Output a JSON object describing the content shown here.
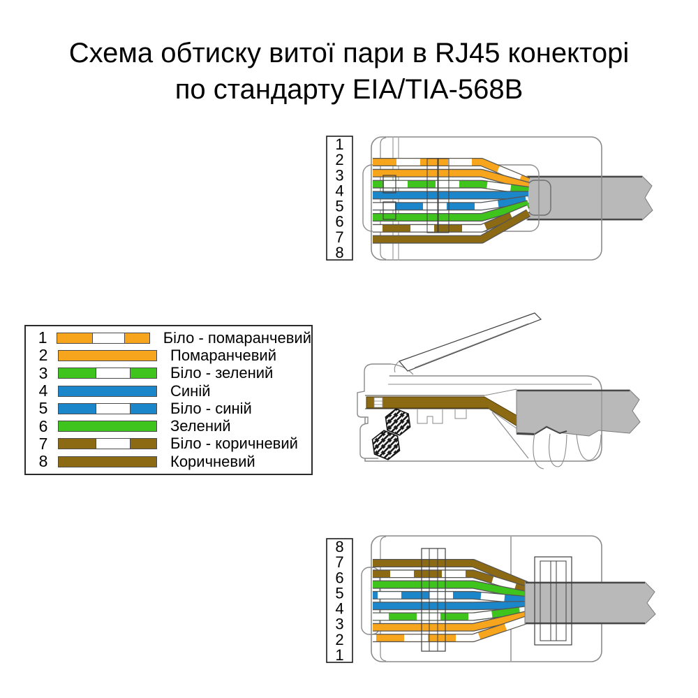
{
  "title": {
    "line1": "Схема обтиску витої пари в RJ45 конекторі",
    "line2": "по стандарту EIA/TIA-568B"
  },
  "colors": {
    "orange": "#F7A51C",
    "green": "#3FC41E",
    "blue": "#1C86CB",
    "brown": "#8C6A14",
    "white": "#FFFFFF",
    "cable_fill": "#B9B9B9",
    "cable_edge": "#474747",
    "line_light": "#8A8A8A",
    "line_dark": "#3E3E3E",
    "text": "#000000"
  },
  "wire_types": {
    "white-orange": {
      "base": "orange",
      "striped": true
    },
    "orange": {
      "base": "orange",
      "striped": false
    },
    "white-green": {
      "base": "green",
      "striped": true
    },
    "blue": {
      "base": "blue",
      "striped": false
    },
    "white-blue": {
      "base": "blue",
      "striped": true
    },
    "green": {
      "base": "green",
      "striped": false
    },
    "white-brown": {
      "base": "brown",
      "striped": true
    },
    "brown": {
      "base": "brown",
      "striped": false
    }
  },
  "legend": {
    "rows": [
      {
        "pin": "1",
        "wire": "white-orange",
        "label": "Біло - помаранчевий"
      },
      {
        "pin": "2",
        "wire": "orange",
        "label": "Помаранчевий"
      },
      {
        "pin": "3",
        "wire": "white-green",
        "label": "Біло - зелений"
      },
      {
        "pin": "4",
        "wire": "blue",
        "label": "Синій"
      },
      {
        "pin": "5",
        "wire": "white-blue",
        "label": "Біло - синій"
      },
      {
        "pin": "6",
        "wire": "green",
        "label": "Зелений"
      },
      {
        "pin": "7",
        "wire": "white-brown",
        "label": "Біло - коричневий"
      },
      {
        "pin": "8",
        "wire": "brown",
        "label": "Коричневий"
      }
    ]
  },
  "top_connector": {
    "view": "top",
    "pins": [
      "1",
      "2",
      "3",
      "4",
      "5",
      "6",
      "7",
      "8"
    ],
    "wires": [
      "white-orange",
      "orange",
      "white-green",
      "blue",
      "white-blue",
      "green",
      "white-brown",
      "brown"
    ]
  },
  "bottom_connector": {
    "view": "bottom",
    "pins": [
      "8",
      "7",
      "6",
      "5",
      "4",
      "3",
      "2",
      "1"
    ],
    "wires": [
      "brown",
      "white-brown",
      "green",
      "white-blue",
      "blue",
      "white-green",
      "orange",
      "white-orange"
    ]
  },
  "side_view": {
    "wire": "brown"
  }
}
